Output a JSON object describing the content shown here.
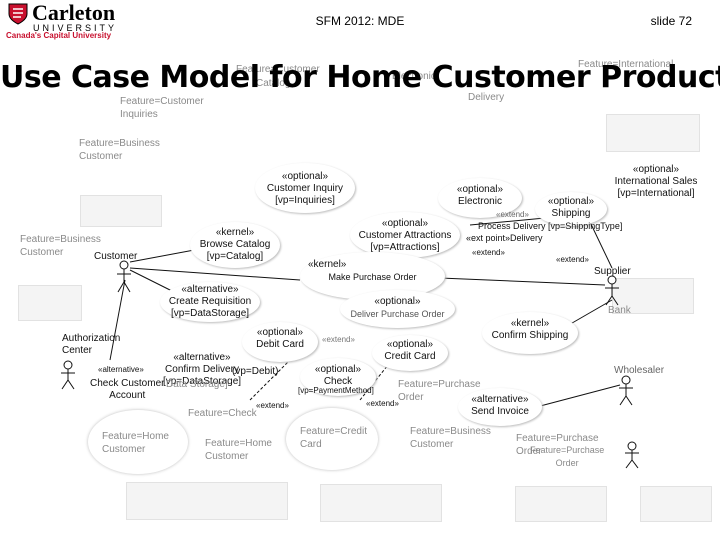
{
  "logo": {
    "name": "Carleton",
    "university": "UNIVERSITY",
    "tagline": "Canada's Capital University",
    "icon": "carleton-shield-icon"
  },
  "header": {
    "title": "SFM 2012: MDE",
    "slide": "slide 72"
  },
  "title": "Use Case Model for Home Customer Product",
  "colors": {
    "logo_red": "#c8102e",
    "text": "#000000",
    "feature_gray": "#8a8a8a"
  },
  "feature_labels": {
    "customer_top": "Feature=Customer",
    "customer_top_overlap": "Catalog",
    "electronic_top": "Electronic",
    "international_top": "Feature=International",
    "delivery_top": "Delivery",
    "customer_inquiries": [
      "Feature=Customer",
      "Inquiries"
    ],
    "business_customer_top": [
      "Feature=Business",
      "Customer"
    ],
    "business_customer_left": [
      "Feature=Business",
      "Customer"
    ],
    "check": "Feature=Check",
    "home_customer_a": [
      "Feature=Home",
      "Customer"
    ],
    "home_customer_b": [
      "Feature=Home",
      "Customer"
    ],
    "credit_card": [
      "Feature=Credit",
      "Card"
    ],
    "business_customer_bottom": [
      "Feature=Business",
      "Customer"
    ],
    "purchase_order_mid": [
      "Feature=Purchase",
      "Order"
    ],
    "purchase_order_right": [
      "Feature=Purchase",
      "Order"
    ],
    "purchase_order_right_overlap": [
      "Feature=Purchase",
      "Order"
    ],
    "bank": "Bank",
    "data_storage_overlap": "Data Storage]"
  },
  "use_cases": {
    "customer_inquiry": [
      "«optional»",
      "Customer Inquiry",
      "[vp=Inquiries]"
    ],
    "electronic": [
      "«optional»",
      "Electronic"
    ],
    "international_sales": [
      "«optional»",
      "International Sales",
      "[vp=International]"
    ],
    "shipping": [
      "«optional»",
      "Shipping"
    ],
    "process_delivery": "Process Delivery [vp=ShippingType]",
    "customer_attractions": [
      "«optional»",
      "Customer Attractions",
      "[vp=Attractions]"
    ],
    "browse_catalog": [
      "«kernel»",
      "Browse Catalog",
      "[vp=Catalog]"
    ],
    "make_purchase_order": [
      "«kernel»",
      "Make Purchase Order"
    ],
    "create_requisition": [
      "«alternative»",
      "Create Requisition",
      "[vp=DataStorage]"
    ],
    "deliver_purchase_order": [
      "«optional»",
      "Deliver Purchase Order"
    ],
    "confirm_shipping": [
      "«kernel»",
      "Confirm Shipping"
    ],
    "debit_card": [
      "«optional»",
      "Debit Card"
    ],
    "credit_card": [
      "«optional»",
      "Credit Card"
    ],
    "confirm_delivery": [
      "«alternative»",
      "Confirm Delivery",
      "[vp=DataStorage]"
    ],
    "confirm_delivery_overlap": "(vp=Debit)",
    "check": [
      "«optional»",
      "Check"
    ],
    "check_overlap": "[vp=PaymentMethod]",
    "send_invoice": [
      "«alternative»",
      "Send Invoice"
    ]
  },
  "actors": {
    "customer": "Customer",
    "supplier": "Supplier",
    "wholesaler": "Wholesaler",
    "authorization_center": [
      "Authorization",
      "Center"
    ],
    "check_customer_account": [
      "Check Customer",
      "Account"
    ]
  },
  "relationships": {
    "extend_left": "«extend»",
    "extend_mid": "«extend»",
    "extend_mid_b": "«extend»",
    "extend_right": "«extend»",
    "extend_right_b": "«extend»",
    "extend_top": "«extend»",
    "extension_point": "«ext point»Delivery",
    "alternative_overlap": "«alternative»"
  }
}
